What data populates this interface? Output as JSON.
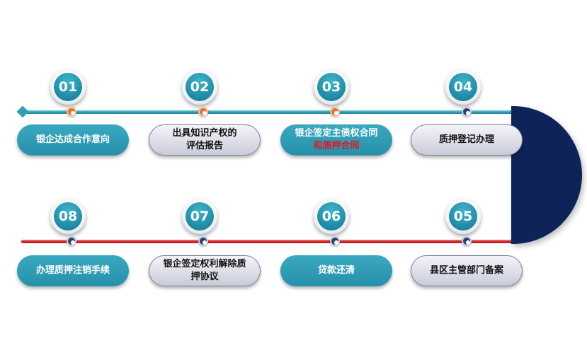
{
  "steps": [
    {
      "number": "01",
      "label": "银企达成合作意向"
    },
    {
      "number": "02",
      "label": "出具知识产权的评估报告"
    },
    {
      "number": "03",
      "label": "银企签定主债权合同",
      "label_highlight": "和质押合同"
    },
    {
      "number": "04",
      "label": "质押登记办理"
    },
    {
      "number": "05",
      "label": "县区主管部门备案"
    },
    {
      "number": "06",
      "label": "贷款还清"
    },
    {
      "number": "07",
      "label": "银企签定权利解除质押协议"
    },
    {
      "number": "08",
      "label": "办理质押注销手续"
    }
  ],
  "colors": {
    "teal": "#2590aa",
    "navy": "#0e2458",
    "red_line": "#d9262e",
    "highlight_red": "#e8131d",
    "orange_dot": "#e2772f"
  }
}
